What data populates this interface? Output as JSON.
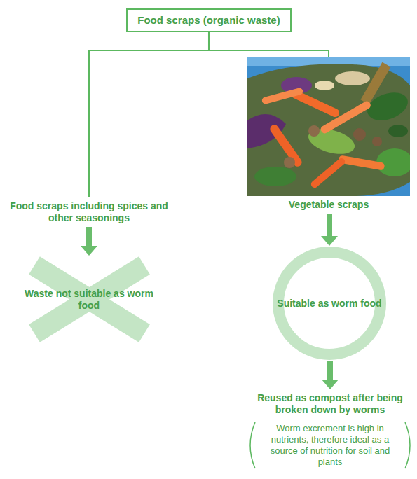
{
  "diagram": {
    "nodes": [
      {
        "text": [
          "Food scraps (organic waste)"
        ]
      },
      {
        "text": [
          "Food scraps including spices and other seasonings"
        ]
      },
      {
        "text": [
          "Vegetable scraps"
        ]
      },
      {
        "text": [
          "Waste not suitable as worm food"
        ]
      },
      {
        "text": [
          "Suitable as worm food"
        ]
      },
      {
        "text": [
          "Reused as compost after being broken down by worms",
          "Worm excrement is high in nutrients, therefore ideal as a source of nutrition for soil and plants"
        ]
      }
    ],
    "edges": [
      {
        "from": 0,
        "to": 1,
        "arrow": "none"
      },
      {
        "from": 0,
        "to": 2,
        "arrow": "none"
      },
      {
        "from": 1,
        "to": 3,
        "arrow": "to"
      },
      {
        "from": 2,
        "to": 4,
        "arrow": "to"
      },
      {
        "from": 4,
        "to": 5,
        "arrow": "to"
      }
    ]
  }
}
